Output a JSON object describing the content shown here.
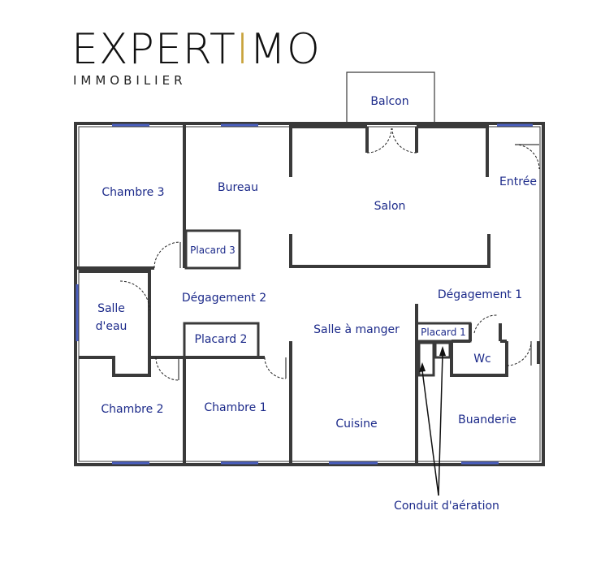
{
  "logo": {
    "main_left": "EXPERT",
    "main_i": "I",
    "main_right": "MO",
    "sub": "IMMOBILIER",
    "accent_color": "#c8a23a"
  },
  "rooms": {
    "balcon": "Balcon",
    "chambre3": "Chambre 3",
    "bureau": "Bureau",
    "salon": "Salon",
    "entree": "Entrée",
    "placard3": "Placard 3",
    "degagement2": "Dégagement 2",
    "salle_eau_1": "Salle",
    "salle_eau_2": "d'eau",
    "degagement1": "Dégagement 1",
    "placard2": "Placard 2",
    "salle_manger": "Salle à manger",
    "placard1": "Placard 1",
    "wc": "Wc",
    "chambre2": "Chambre 2",
    "chambre1": "Chambre 1",
    "cuisine": "Cuisine",
    "buanderie": "Buanderie"
  },
  "annotation": {
    "conduit": "Conduit d'aération"
  },
  "colors": {
    "label": "#1c2a8a",
    "wall": "#3a3a3a",
    "window": "#4a5fbf"
  }
}
